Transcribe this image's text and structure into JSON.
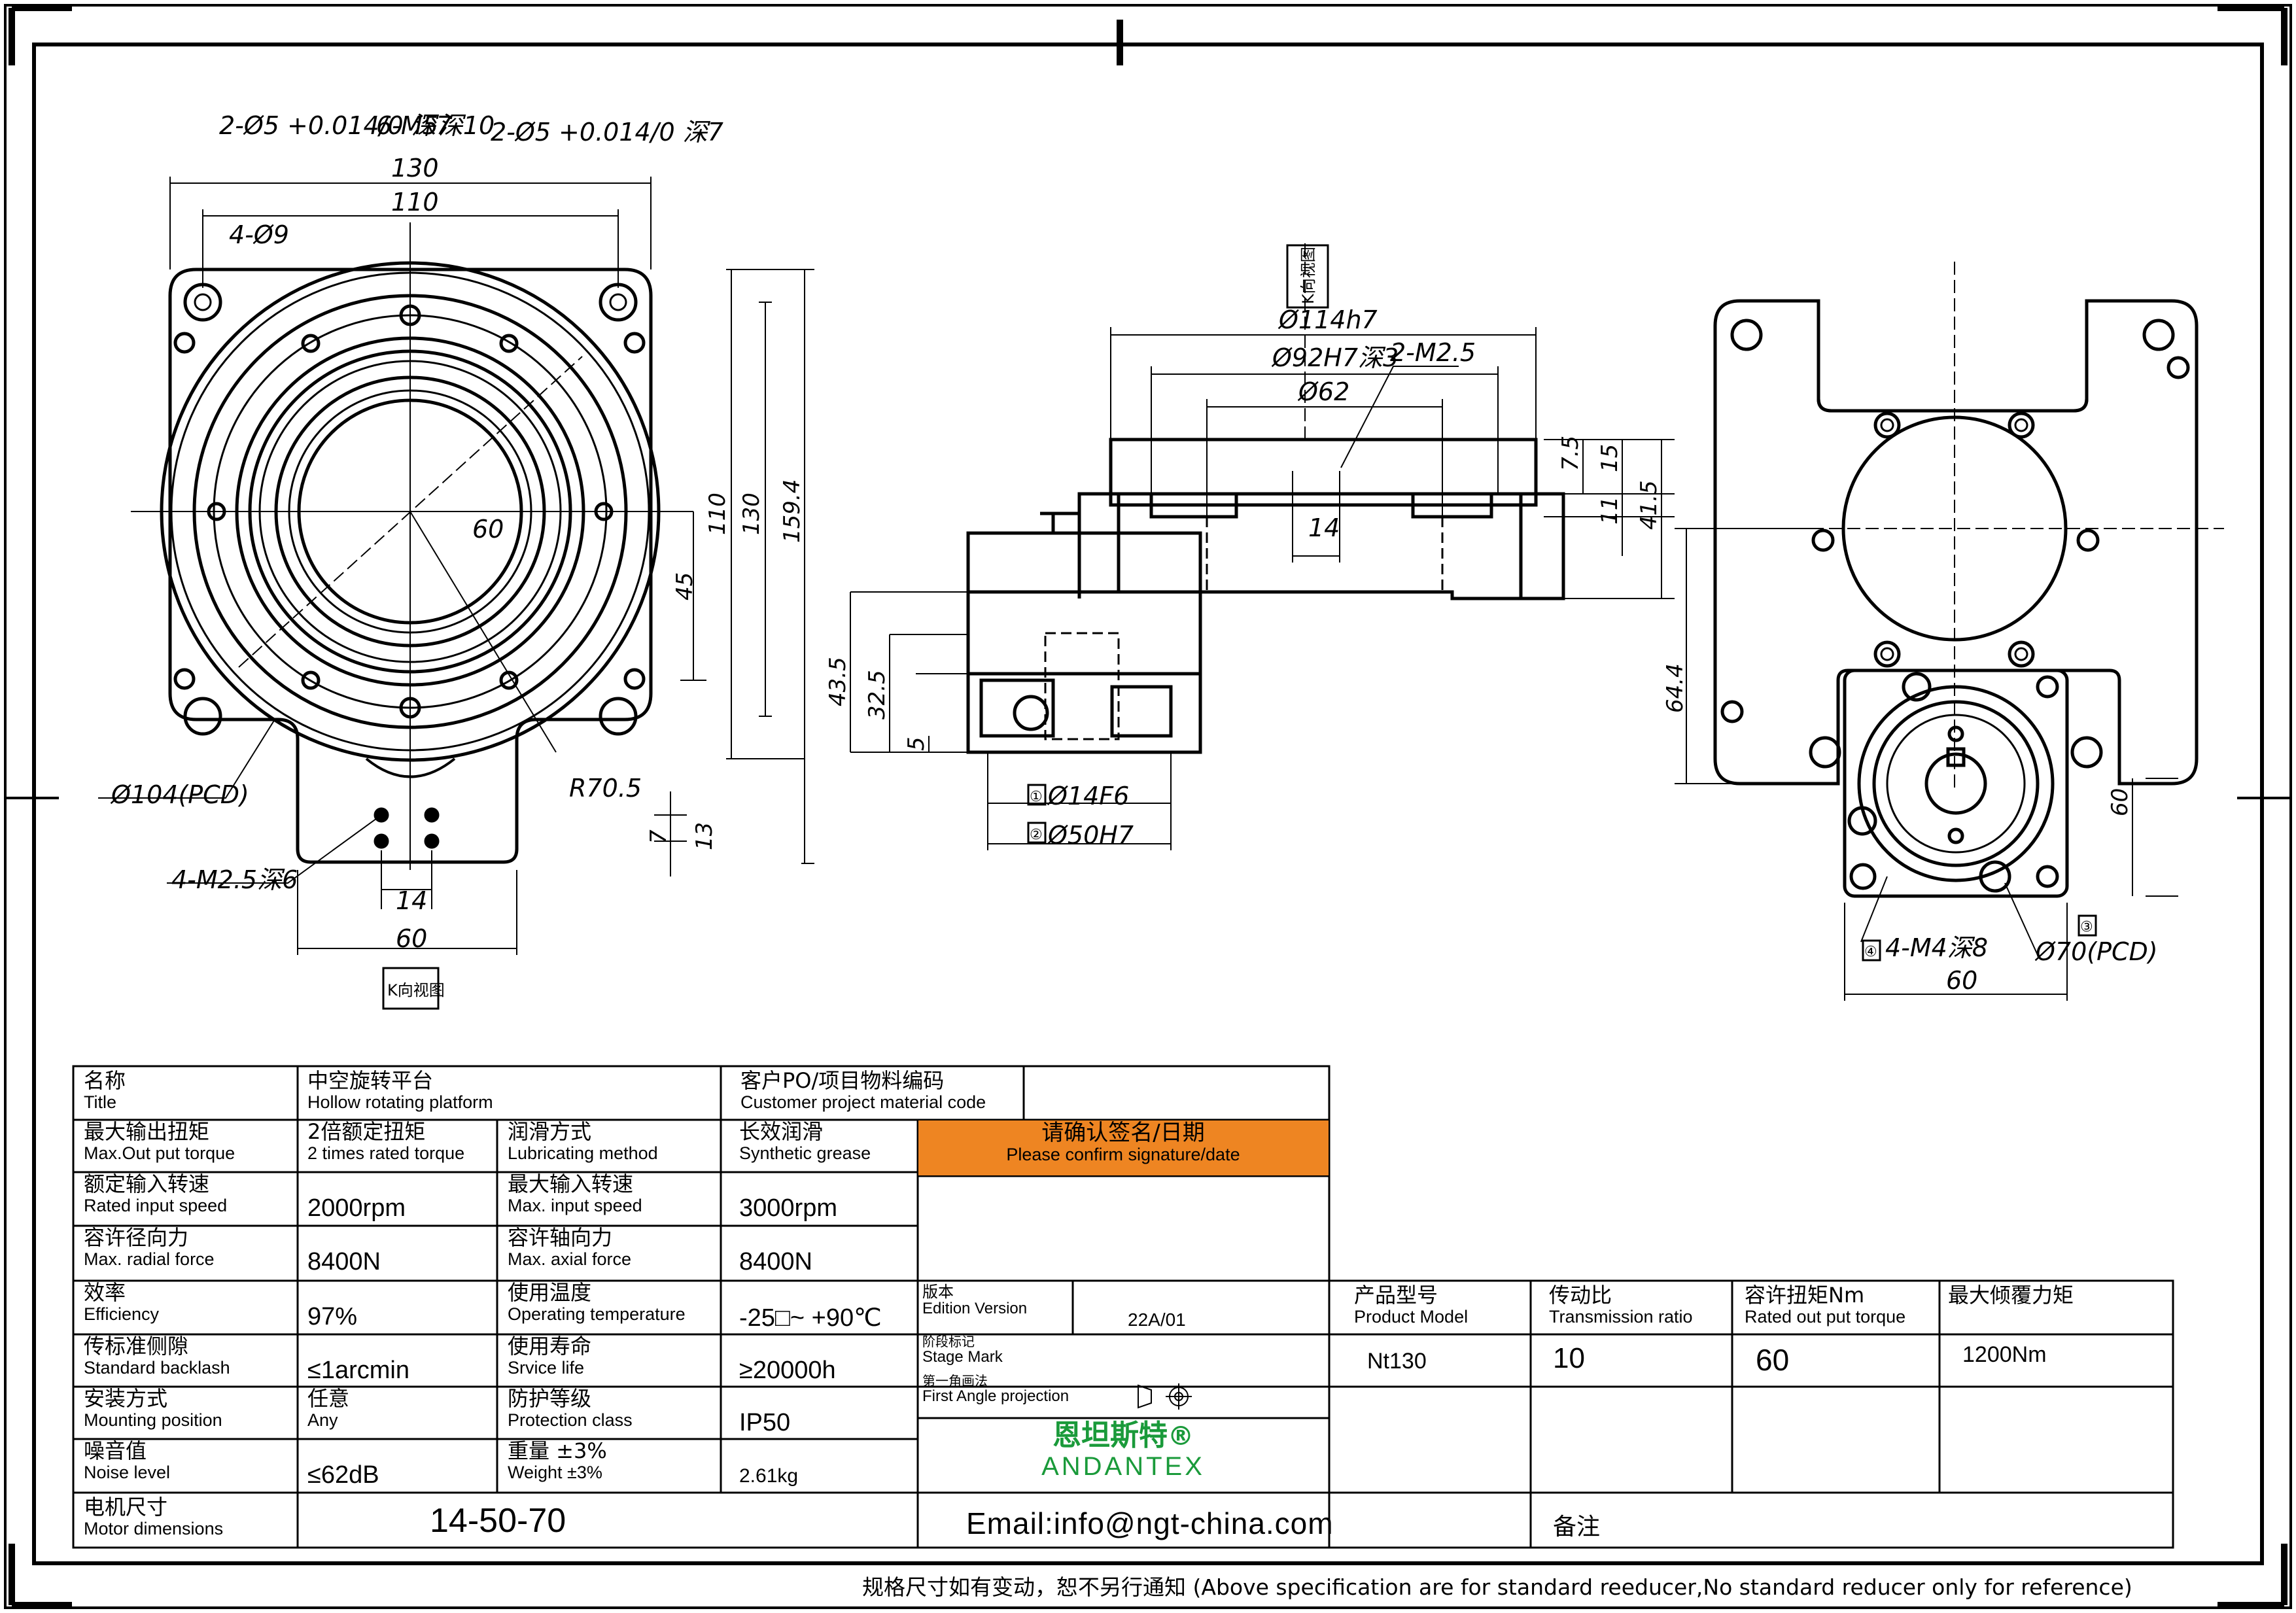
{
  "drawing": {
    "front_dims": {
      "pin_holes_top_left": "2-Ø5 +0.014/0 深7",
      "thread_holes": "6-M5深10",
      "pin_holes_top_right": "2-Ø5 +0.014/0 深7",
      "w130": "130",
      "w110": "110",
      "holes_4": "4-Ø9",
      "center_60": "60",
      "h45": "45",
      "h110": "110",
      "h130": "130",
      "h159": "159.4",
      "pcd": "Ø104(PCD)",
      "radius": "R70.5",
      "m25": "4-M2.5深6",
      "v7": "7",
      "v13": "13",
      "b14": "14",
      "b60": "60",
      "view_k": "K向视图"
    },
    "side_dims": {
      "view_k": "K向视图",
      "d114": "Ø114h7",
      "d92": "Ø92H7深3",
      "m25": "2-M2.5",
      "d62": "Ø62",
      "v7_5": "7.5",
      "v15": "15",
      "v11": "11",
      "v41_5": "41.5",
      "c14": "14",
      "v43_5": "43.5",
      "v32_5": "32.5",
      "v5": "5",
      "d14f6": "Ø14F6",
      "d50h7": "Ø50H7",
      "tag1": "①",
      "tag2": "②"
    },
    "rear_dims": {
      "v64_4": "64.4",
      "v60": "60",
      "m4": "4-M4深8",
      "pcd70": "Ø70(PCD)",
      "b60": "60",
      "tag3": "③",
      "tag4": "④"
    }
  },
  "table": {
    "title": {
      "cn": "名称",
      "en": "Title",
      "value_cn": "中空旋转平台",
      "value_en": "Hollow rotating platform"
    },
    "customer_po": {
      "cn": "客户PO/项目物料编码",
      "en": "Customer project material code"
    },
    "confirm": {
      "cn": "请确认签名/日期",
      "en": "Please confirm signature/date",
      "bg": "#EE8522"
    },
    "rows": [
      {
        "l_cn": "最大输出扭矩",
        "l_en": "Max.Out put torque",
        "l_val_cn": "2倍额定扭矩",
        "l_val_en": "2 times rated torque",
        "r_cn": "润滑方式",
        "r_en": "Lubricating method",
        "r_val_cn": "长效润滑",
        "r_val_en": "Synthetic grease"
      },
      {
        "l_cn": "额定输入转速",
        "l_en": "Rated input speed",
        "l_val": "2000rpm",
        "r_cn": "最大输入转速",
        "r_en": "Max. input speed",
        "r_val": "3000rpm"
      },
      {
        "l_cn": "容许径向力",
        "l_en": "Max. radial force",
        "l_val": "8400N",
        "r_cn": "容许轴向力",
        "r_en": "Max. axial force",
        "r_val": "8400N"
      },
      {
        "l_cn": "效率",
        "l_en": "Efficiency",
        "l_val": "97%",
        "r_cn": "使用温度",
        "r_en": "Operating temperature",
        "r_val": "-25□~ +90℃"
      },
      {
        "l_cn": "传标准侧隙",
        "l_en": "Standard backlash",
        "l_val": "≤1arcmin",
        "r_cn": "使用寿命",
        "r_en": "Srvice life",
        "r_val": "≥20000h"
      },
      {
        "l_cn": "安装方式",
        "l_en": "Mounting position",
        "l_val_cn": "任意",
        "l_val_en": "Any",
        "r_cn": "防护等级",
        "r_en": "Protection class",
        "r_val": "IP50"
      },
      {
        "l_cn": "噪音值",
        "l_en": "Noise level",
        "l_val": "≤62dB",
        "r_cn": "重量 ±3%",
        "r_en": "Weight ±3%",
        "r_val": "2.61kg"
      }
    ],
    "motor": {
      "cn": "电机尺寸",
      "en": "Motor dimensions",
      "value": "14-50-70"
    },
    "edition": {
      "cn": "版本",
      "en": "Edition Version",
      "value": "22A/01"
    },
    "stage": {
      "cn": "阶段标记",
      "en": "Stage Mark"
    },
    "projection": {
      "cn": "第一角画法",
      "en": "First Angle projection"
    },
    "brand": {
      "cn": "恩坦斯特",
      "mark": "®",
      "en": "ANDANTEX",
      "color": "#1A9A3A"
    },
    "email": "Email:info@ngt-china.com",
    "remark": "备注",
    "product": {
      "headers": [
        {
          "cn": "产品型号",
          "en": "Product Model"
        },
        {
          "cn": "传动比",
          "en": "Transmission ratio"
        },
        {
          "cn": "容许扭矩Nm",
          "en": "Rated out put torque"
        },
        {
          "cn": "最大倾覆力矩",
          "en": ""
        }
      ],
      "values": [
        "Nt130",
        "10",
        "60",
        "1200Nm"
      ]
    }
  },
  "footer": "规格尺寸如有变动，恕不另行通知  (Above specification are for standard reeducer,No standard reducer only for reference)"
}
